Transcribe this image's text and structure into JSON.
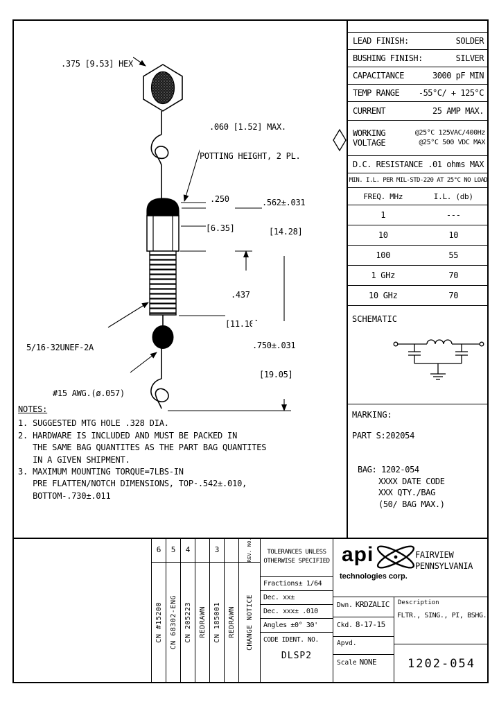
{
  "specs": {
    "rows": [
      {
        "label": "LEAD FINISH:",
        "value": "SOLDER"
      },
      {
        "label": "BUSHING FINISH:",
        "value": "SILVER"
      },
      {
        "label": "CAPACITANCE",
        "value": "3000 pF MIN"
      },
      {
        "label": "TEMP RANGE",
        "value": "-55°C/ + 125°C"
      },
      {
        "label": "CURRENT",
        "value": "25 AMP MAX."
      }
    ],
    "working_voltage": {
      "label1": "WORKING",
      "label2": "VOLTAGE",
      "value1": "@25°C 125VAC/400Hz",
      "value2": "@25°C 500 VDC MAX"
    },
    "dc_resistance": {
      "label": "D.C. RESISTANCE",
      "value": ".01 ohms MAX"
    },
    "il_note": "MIN. I.L. PER MIL-STD-220 AT 25°C NO LOAD",
    "il_table": {
      "col1": "FREQ. MHz",
      "col2": "I.L. (db)",
      "rows": [
        {
          "freq": "1",
          "il": "---"
        },
        {
          "freq": "10",
          "il": "10"
        },
        {
          "freq": "100",
          "il": "55"
        },
        {
          "freq": "1 GHz",
          "il": "70"
        },
        {
          "freq": "10 GHz",
          "il": "70"
        }
      ]
    },
    "schematic_label": "SCHEMATIC",
    "marking": {
      "title": "MARKING:",
      "part_line": "PART S:202054",
      "bag_line1": "BAG: 1202-054",
      "bag_line2": "XXXX DATE CODE",
      "bag_line3": "XXX QTY./BAG",
      "bag_line4": "(50/ BAG MAX.)"
    }
  },
  "drawing": {
    "hex_label": ".375 [9.53] HEX",
    "potting_line1": ".060 [1.52] MAX.",
    "potting_line2": "POTTING HEIGHT, 2 PL.",
    "dim_250_a": ".250",
    "dim_250_b": "[6.35]",
    "dim_562_a": ".562±.031",
    "dim_562_b": "[14.28]",
    "dim_437_a": ".437",
    "dim_437_b": "[11.10]",
    "dim_750_a": ".750±.031",
    "dim_750_b": "[19.05]",
    "thread_label": "5/16-32UNEF-2A",
    "wire_label": "#15 AWG.(ø.057)"
  },
  "notes": {
    "title": "NOTES:",
    "lines": [
      "1. SUGGESTED MTG HOLE .328 DIA.",
      "2. HARDWARE IS INCLUDED AND MUST BE PACKED IN",
      "   THE SAME BAG QUANTITES AS THE PART BAG QUANTITES",
      "   IN A GIVEN SHIPMENT.",
      "3. MAXIMUM MOUNTING TORQUE=7LBS-IN",
      "   PRE FLATTEN/NOTCH DIMENSIONS, TOP-.542±.010,",
      "   BOTTOM-.730±.011"
    ]
  },
  "title_block": {
    "revisions": {
      "rev_no_label": "REV. NO.",
      "change_notice_label": "CHANGE NOTICE",
      "columns": [
        {
          "no": "6",
          "desc": "CN #15200"
        },
        {
          "no": "5",
          "desc": "CN 68302-ENG"
        },
        {
          "no": "4",
          "desc": "CN 205223"
        },
        {
          "no": "",
          "desc": "REDRAWN"
        },
        {
          "no": "3",
          "desc": "CN 185001"
        },
        {
          "no": "",
          "desc": "REDRAWN"
        }
      ]
    },
    "tolerances": {
      "header1": "TOLERANCES UNLESS",
      "header2": "OTHERWISE SPECIFIED",
      "rows": [
        "Fractions± 1/64",
        "Dec. xx±",
        "Dec. xxx± .010",
        "Angles ±0° 30'"
      ],
      "code_ident_label": "CODE IDENT. NO.",
      "code_ident_value": "DLSP2"
    },
    "company": {
      "logo_text": "api",
      "logo_sub": "technologies corp.",
      "city": "FAIRVIEW",
      "state": "PENNSYLVANIA"
    },
    "signoff": {
      "dwn_label": "Dwn.",
      "dwn_value": "KRDZALIC",
      "ckd_label": "Ckd.",
      "ckd_value": "8-17-15",
      "apvd_label": "Apvd.",
      "scale_label": "Scale",
      "scale_value": "NONE",
      "desc_label": "Description",
      "desc_value": "FLTR., SING., PI, BSHG.",
      "part_number": "1202-054"
    }
  }
}
